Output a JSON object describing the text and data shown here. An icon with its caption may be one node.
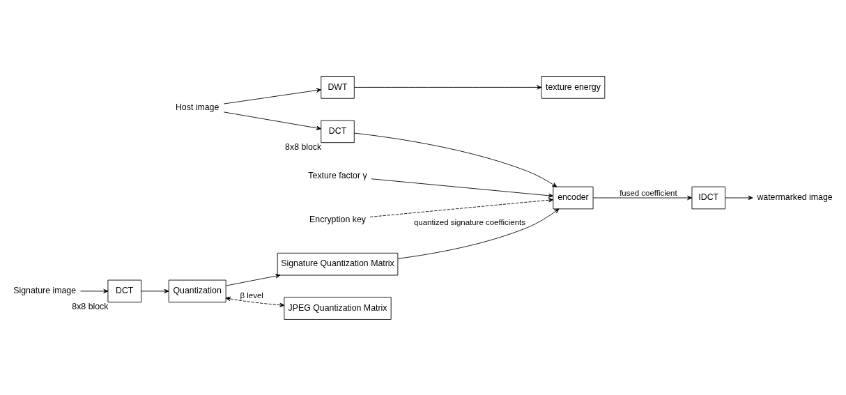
{
  "diagram": {
    "nodes": [
      {
        "text": [
          "Host image"
        ]
      },
      {
        "text": [
          "DWT"
        ]
      },
      {
        "text": [
          "texture energy"
        ]
      },
      {
        "text": [
          "DCT"
        ],
        "beside": [
          "8x8 block"
        ]
      },
      {
        "text": [
          "encoder"
        ]
      },
      {
        "text": [
          "IDCT"
        ]
      },
      {
        "text": [
          "watermarked image"
        ]
      },
      {
        "text": [
          "Texture factor γ"
        ]
      },
      {
        "text": [
          "Encryption key"
        ]
      },
      {
        "text": [
          "Signature image"
        ]
      },
      {
        "text": [
          "DCT"
        ],
        "beside": [
          "8x8 block"
        ]
      },
      {
        "text": [
          "Quantization"
        ]
      },
      {
        "text": [
          "Signature Quantization Matrix"
        ]
      },
      {
        "text": [
          "JPEG Quantization Matrix"
        ]
      }
    ],
    "edges": [
      {
        "from": 0,
        "to": 1,
        "arrow": "to"
      },
      {
        "from": 0,
        "to": 3,
        "arrow": "to"
      },
      {
        "from": 1,
        "to": 2,
        "arrow": "to"
      },
      {
        "from": 7,
        "to": 4,
        "arrow": "to"
      },
      {
        "from": 3,
        "to": 4,
        "arrow": "to"
      },
      {
        "from": 4,
        "to": 5,
        "arrow": "to",
        "label": "fused coefficient"
      },
      {
        "from": 5,
        "to": 6,
        "arrow": "to"
      },
      {
        "from": 8,
        "to": 4,
        "arrow": "to",
        "style": "dashed"
      },
      {
        "from": 12,
        "to": 4,
        "arrow": "to",
        "label": "quantized signature coefficients"
      },
      {
        "from": 9,
        "to": 10,
        "arrow": "to"
      },
      {
        "from": 10,
        "to": 11,
        "arrow": "to"
      },
      {
        "from": 11,
        "to": 12,
        "arrow": "to"
      },
      {
        "from": 11,
        "to": 13,
        "arrow": "both",
        "style": "dashed",
        "label": "β level"
      }
    ]
  }
}
